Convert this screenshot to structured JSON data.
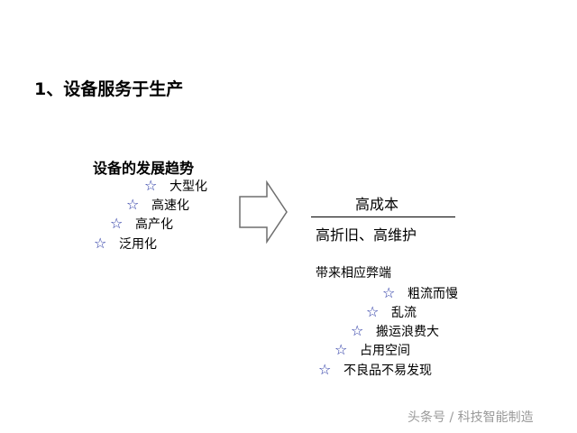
{
  "title": "1、设备服务于生产",
  "trend": {
    "heading": "设备的发展趋势",
    "items": [
      "大型化",
      "高速化",
      "高产化",
      "泛用化"
    ]
  },
  "arrow_icon": "right-arrow-icon",
  "star_icon": "star-outline-icon",
  "star_color": "#1f2fa0",
  "costs": {
    "top": "高成本",
    "bottom": "高折旧、高维护"
  },
  "drawbacks": {
    "heading": "带来相应弊端",
    "items": [
      "粗流而慢",
      "乱流",
      "搬运浪费大",
      "占用空间",
      "不良品不易发现"
    ]
  },
  "watermark": "头条号 / 科技智能制造"
}
